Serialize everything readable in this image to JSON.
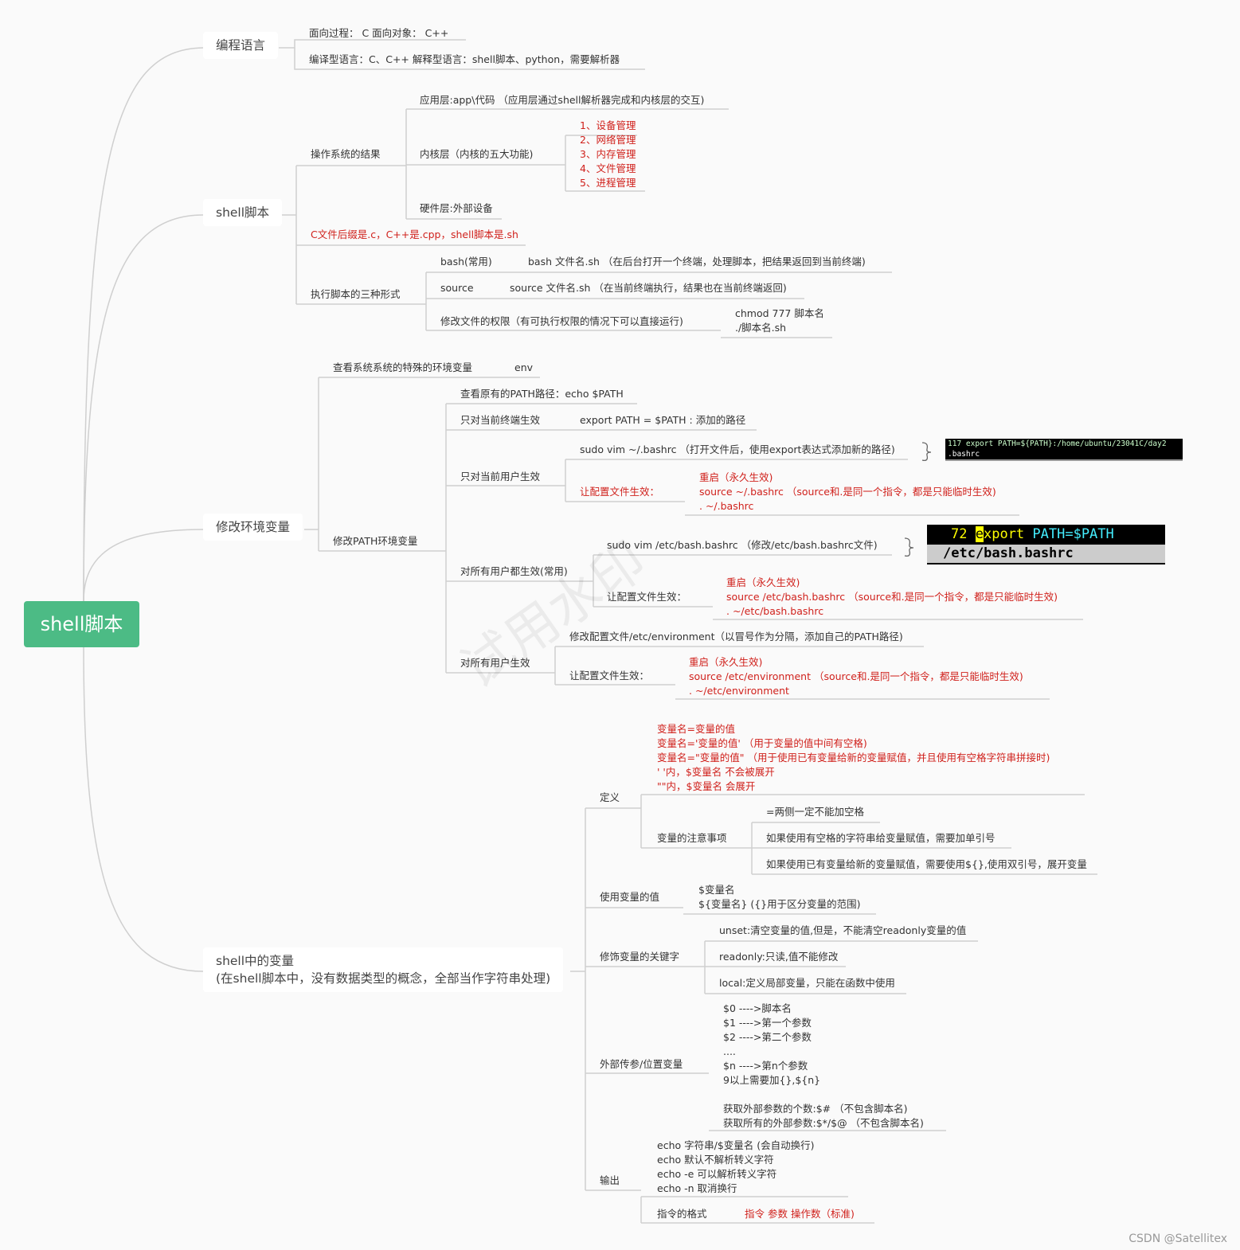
{
  "root": "shell脚本",
  "branch_lang": {
    "title": "编程语言",
    "row1": "面向过程： C    面向对象： C++",
    "row2": "编译型语言：C、C++      解释型语言：shell脚本、python，需要解析器"
  },
  "branch_shell": {
    "title": "shell脚本",
    "os_structure": {
      "title": "操作系统的结果",
      "app": "应用层:app\\代码   （应用层通过shell解析器完成和内核层的交互)",
      "kernel": "内核层（内核的五大功能)",
      "kernel_items": [
        "1、设备管理",
        "2、网络管理",
        "3、内存管理",
        "4、文件管理",
        "5、进程管理"
      ],
      "hardware": "硬件层:外部设备"
    },
    "suffix": "C文件后缀是.c，C++是.cpp，shell脚本是.sh",
    "exec": {
      "title": "执行脚本的三种形式",
      "bash_k": "bash(常用)",
      "bash_v": "bash  文件名.sh  （在后台打开一个终端，处理脚本，把结果返回到当前终端)",
      "source_k": "source",
      "source_v": "source 文件名.sh   （在当前终端执行，结果也在当前终端返回)",
      "perm": "修改文件的权限（有可执行权限的情况下可以直接运行)",
      "perm_v1": "chmod 777 脚本名",
      "perm_v2": "./脚本名.sh"
    }
  },
  "branch_env": {
    "title": "修改环境变量",
    "view_k": "查看系统系统的特殊的环境变量",
    "view_v": "env",
    "path_title": "修改PATH环境变量",
    "path_view": "查看原有的PATH路径：echo $PATH",
    "cur_term_k": "只对当前终端生效",
    "cur_term_v": "export PATH = $PATH : 添加的路径",
    "cur_user_k": "只对当前用户生效",
    "cur_user_vim": "sudo vim ~/.bashrc  （打开文件后，使用export表达式添加新的路径)",
    "cur_user_make": "让配置文件生效：",
    "cur_user_r1": "重启（永久生效)",
    "cur_user_r2": "source  ~/.bashrc   （source和.是同一个指令，都是只能临时生效)",
    "cur_user_r3": ". ~/.bashrc",
    "term1_l1": "117 export PATH=${PATH}:/home/ubuntu/23041C/day2",
    "term1_l2": ".bashrc",
    "all_users_k": "对所有用户都生效(常用)",
    "all_vim": "sudo vim /etc/bash.bashrc   （修改/etc/bash.bashrc文件)",
    "all_make": "让配置文件生效：",
    "all_r1": "重启（永久生效)",
    "all_r2": "source  /etc/bash.bashrc   （source和.是同一个指令，都是只能临时生效)",
    "all_r3": ". ~/etc/bash.bashrc",
    "term2_num": "72",
    "term2_cursor": "e",
    "term2_cmd": "xport",
    "term2_rest": " PATH=$PATH",
    "term2_l2": "/etc/bash.bashrc",
    "env_k": "对所有用户生效",
    "env_mod": "修改配置文件/etc/environment（以冒号作为分隔，添加自己的PATH路径)",
    "env_make": "让配置文件生效：",
    "env_r1": "重启（永久生效)",
    "env_r2": "source  /etc/environment   （source和.是同一个指令，都是只能临时生效)",
    "env_r3": ". ~/etc/environment"
  },
  "branch_var": {
    "title_l1": "shell中的变量",
    "title_l2": "(在shell脚本中，没有数据类型的概念，全部当作字符串处理)",
    "def_k": "定义",
    "def_items": [
      "变量名=变量的值",
      "变量名='变量的值'     （用于变量的值中间有空格)",
      "变量名=\"变量的值\"     （用于使用已有变量给新的变量赋值，并且使用有空格字符串拼接时)",
      "' '内，$变量名 不会被展开",
      "\"\"内，$变量名 会展开"
    ],
    "notes_k": "变量的注意事项",
    "notes": [
      "=两侧一定不能加空格",
      "如果使用有空格的字符串给变量赋值，需要加单引号",
      "如果使用已有变量给新的变量赋值，需要使用${},使用双引号，展开变量"
    ],
    "use_k": "使用变量的值",
    "use_v1": "$变量名",
    "use_v2": "${变量名}    ({}用于区分变量的范围)",
    "kw_k": "修饰变量的关键字",
    "kw_items": [
      "unset:清空变量的值,但是，不能清空readonly变量的值",
      "readonly:只读,值不能修改",
      "local:定义局部变量，只能在函数中使用"
    ],
    "pos_k": "外部传参/位置变量",
    "pos_items": [
      "$0 ---->脚本名",
      "$1 ---->第一个参数",
      "$2 ---->第二个参数",
      "....",
      "$n ---->第n个参数",
      "9以上需要加{},${n}",
      "",
      "获取外部参数的个数:$#   （不包含脚本名)",
      "获取所有的外部参数:$*/$@   （不包含脚本名)"
    ],
    "out_k": "输出",
    "out_items": [
      "echo 字符串/$变量名     (会自动换行)",
      "echo 默认不解析转义字符",
      "echo -e 可以解析转义字符",
      "echo -n 取消换行"
    ],
    "fmt_k": "指令的格式",
    "fmt_v": "指令  参数  操作数（标准)"
  },
  "watermark": "试用水印",
  "footer": "CSDN @Satellitex",
  "colors": {
    "root": "#4cbb85",
    "accent_red": "#d0211c",
    "line": "#cfcfcf"
  }
}
